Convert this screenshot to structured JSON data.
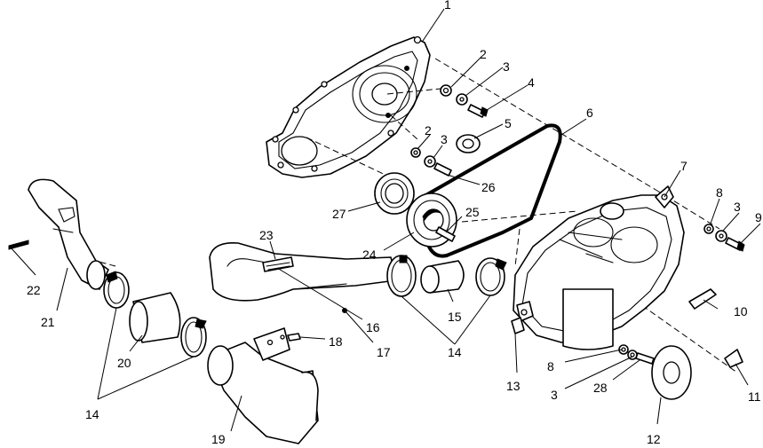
{
  "colors": {
    "line": "#000000",
    "background": "#ffffff"
  },
  "labels": {
    "l1": "1",
    "l2a": "2",
    "l3a": "3",
    "l4": "4",
    "l5": "5",
    "l2b": "2",
    "l3b": "3",
    "l6": "6",
    "l26": "26",
    "l27": "27",
    "l25": "25",
    "l24": "24",
    "l7": "7",
    "l8a": "8",
    "l3c": "3",
    "l9": "9",
    "l23": "23",
    "l22": "22",
    "l21": "21",
    "l16": "16",
    "l15": "15",
    "l18": "18",
    "l17": "17",
    "l20": "20",
    "l14a": "14",
    "l10": "10",
    "l13": "13",
    "l8b": "8",
    "l3d": "3",
    "l28": "28",
    "l11": "11",
    "l14b": "14",
    "l19": "19",
    "l12": "12"
  }
}
